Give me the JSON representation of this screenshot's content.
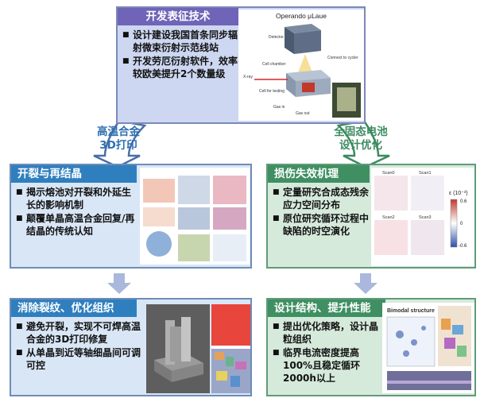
{
  "top": {
    "title": "开发表征技术",
    "bullets": [
      "设计建设我国首条同步辐射微束衍射示范线站",
      "开发劳厄衍射软件，效率较欧美提升2个数量级"
    ],
    "fig": {
      "title": "Operando μLaue",
      "labels": [
        "Detector",
        "Cell chamber",
        "Connect to cycler",
        "X-ray",
        "Cell for testing",
        "Gas in",
        "Gas out"
      ]
    }
  },
  "arrows": {
    "left_label": [
      "高温合金",
      "3D打印"
    ],
    "right_label": [
      "全固态电池",
      "设计优化"
    ]
  },
  "left_mid": {
    "title": "开裂与再结晶",
    "bullets": [
      "揭示熔池对开裂和外延生长的影响机制",
      "颠覆单晶高温合金回复/再结晶的传统认知"
    ]
  },
  "right_mid": {
    "title": "损伤失效机理",
    "bullets": [
      "定量研究合成态残余应力空间分布",
      "原位研究循环过程中缺陷的时空演化"
    ],
    "fig": {
      "panels": [
        "Scan0",
        "Scan1",
        "Scan2",
        "Scan3"
      ],
      "colorbar_title": "ε (10⁻³)",
      "ticks": [
        "0.6",
        "0",
        "-0.6"
      ]
    }
  },
  "left_bot": {
    "title": "消除裂纹、优化组织",
    "bullets": [
      "避免开裂，实现不可焊高温合金的3D打印修复",
      "从单晶到近等轴细晶间可调可控"
    ]
  },
  "right_bot": {
    "title": "设计结构、提升性能",
    "bullets": [
      "提出优化策略，设计晶粒组织",
      "临界电流密度提高100%且稳定循环2000h以上"
    ],
    "fig": {
      "title": "Bimodal structure"
    }
  },
  "colors": {
    "purple": "#6f64b8",
    "blue": "#2f7fbf",
    "green": "#3f8f63"
  }
}
